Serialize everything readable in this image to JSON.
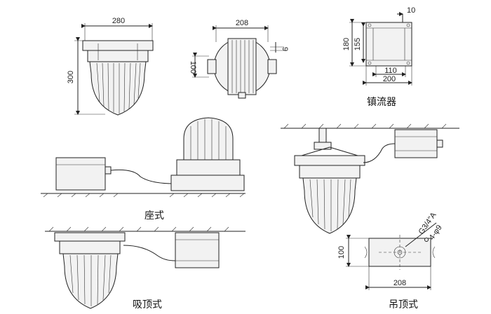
{
  "dimensions": {
    "lamp_width": "280",
    "lamp_height": "300",
    "base_width": "208",
    "base_height": "100",
    "base_offset": "9",
    "ballast_offset": "10",
    "ballast_height_outer": "180",
    "ballast_height_inner": "155",
    "ballast_hole_spacing": "110",
    "ballast_width": "200",
    "pendant_thread": "G3/4\"A",
    "pendant_holes": "4-φ9",
    "pendant_height": "100",
    "pendant_width": "208"
  },
  "captions": {
    "ballast": "镇流器",
    "seat_mount": "座式",
    "ceiling_mount": "吸顶式",
    "pendant_mount": "吊顶式"
  }
}
